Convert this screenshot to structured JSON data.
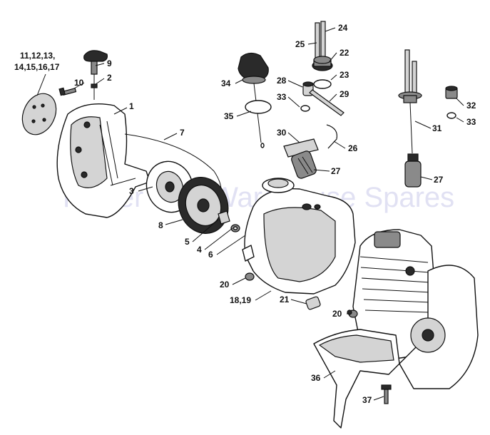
{
  "watermark": "Power Tool Warehouse Spares",
  "callouts": [
    {
      "id": "c-11-17-a",
      "text": "11,12,13,"
    },
    {
      "id": "c-11-17-b",
      "text": "14,15,16,17"
    },
    {
      "id": "c-9",
      "text": "9"
    },
    {
      "id": "c-2",
      "text": "2"
    },
    {
      "id": "c-10",
      "text": "10"
    },
    {
      "id": "c-1",
      "text": "1"
    },
    {
      "id": "c-7",
      "text": "7"
    },
    {
      "id": "c-3",
      "text": "3"
    },
    {
      "id": "c-8",
      "text": "8"
    },
    {
      "id": "c-5",
      "text": "5"
    },
    {
      "id": "c-4",
      "text": "4"
    },
    {
      "id": "c-6",
      "text": "6"
    },
    {
      "id": "c-34",
      "text": "34"
    },
    {
      "id": "c-35",
      "text": "35"
    },
    {
      "id": "c-25",
      "text": "25"
    },
    {
      "id": "c-24",
      "text": "24"
    },
    {
      "id": "c-22",
      "text": "22"
    },
    {
      "id": "c-23",
      "text": "23"
    },
    {
      "id": "c-28",
      "text": "28"
    },
    {
      "id": "c-33a",
      "text": "33"
    },
    {
      "id": "c-29",
      "text": "29"
    },
    {
      "id": "c-30",
      "text": "30"
    },
    {
      "id": "c-26",
      "text": "26"
    },
    {
      "id": "c-27a",
      "text": "27"
    },
    {
      "id": "c-32",
      "text": "32"
    },
    {
      "id": "c-33b",
      "text": "33"
    },
    {
      "id": "c-31",
      "text": "31"
    },
    {
      "id": "c-27b",
      "text": "27"
    },
    {
      "id": "c-20a",
      "text": "20"
    },
    {
      "id": "c-18-19",
      "text": "18,19"
    },
    {
      "id": "c-21",
      "text": "21"
    },
    {
      "id": "c-20b",
      "text": "20"
    },
    {
      "id": "c-36",
      "text": "36"
    },
    {
      "id": "c-37",
      "text": "37"
    }
  ]
}
